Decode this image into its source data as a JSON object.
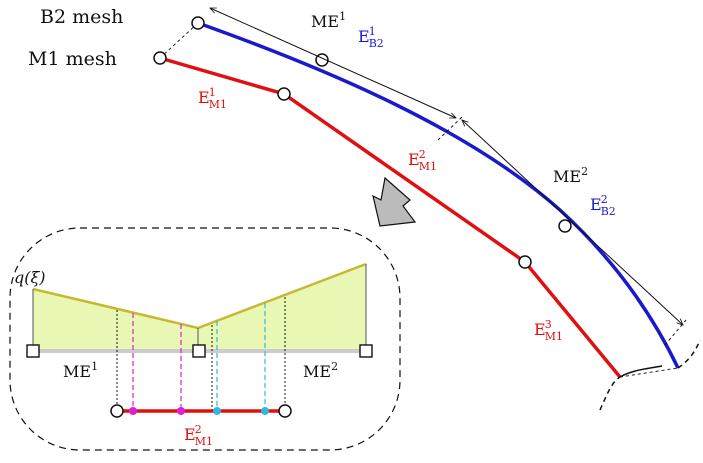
{
  "labels": {
    "b2_mesh": "B2 mesh",
    "m1_mesh": "M1 mesh",
    "me": "ME",
    "e": "E",
    "sub_m1": "M1",
    "sub_b2": "B2",
    "sup_1": "1",
    "sup_2": "2",
    "sup_3": "3",
    "q_func": "q(ξ)"
  },
  "colors": {
    "m1_line": "#e01010",
    "b2_line": "#1a1acc",
    "fill_area": "#e8f7b4",
    "fill_stroke": "#c8b830",
    "magenta": "#e020d0",
    "cyan": "#30b8e0",
    "gray_line": "#cccccc"
  }
}
